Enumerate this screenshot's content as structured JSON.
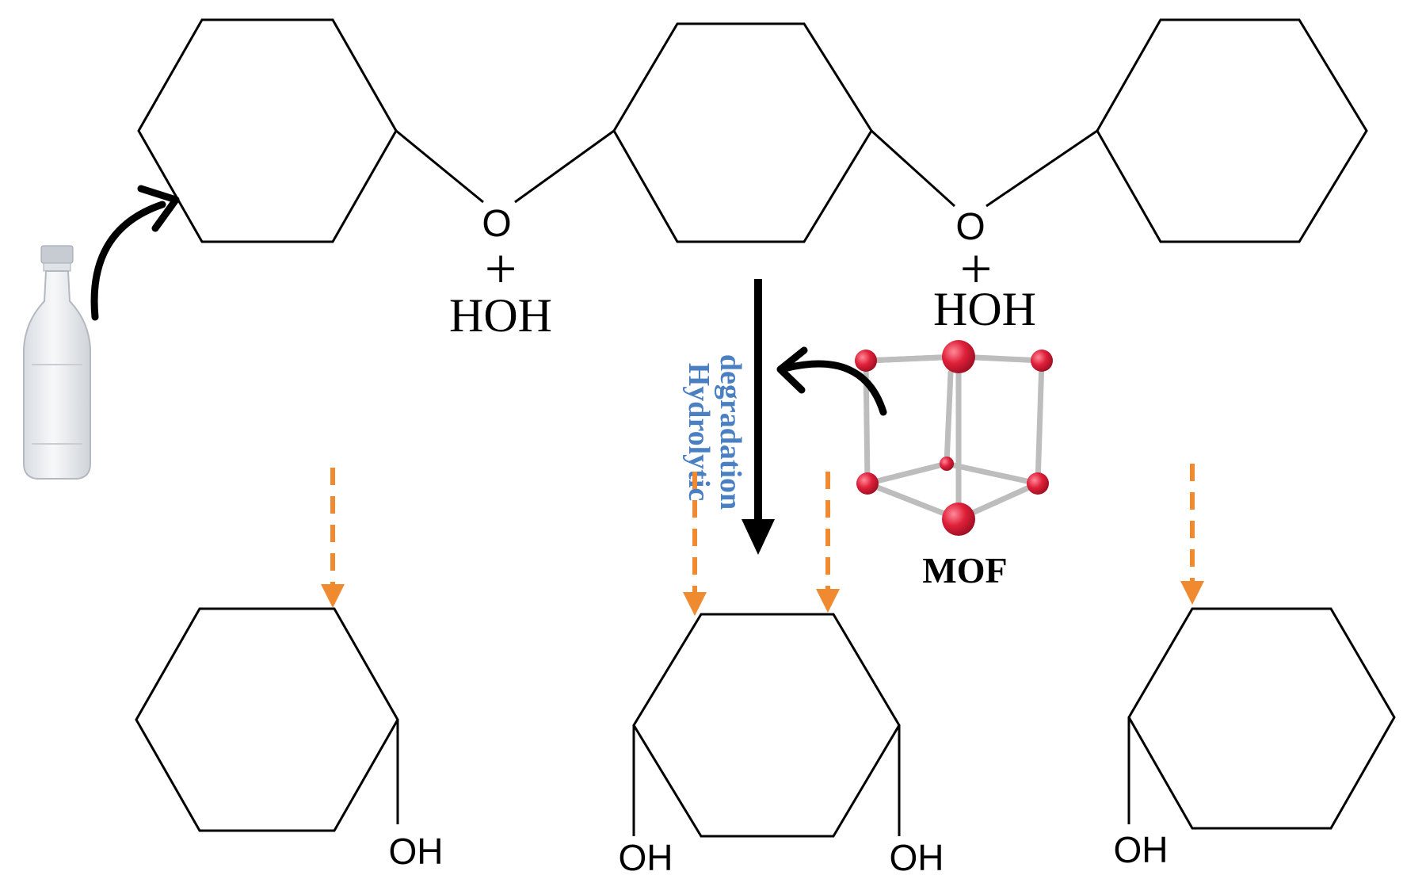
{
  "labels": {
    "ether_oxygen_left": "O",
    "ether_oxygen_right": "O",
    "plus_left": "+",
    "plus_right": "+",
    "water_left": "HOH",
    "water_right": "HOH",
    "process_line1": "Hydrolytic",
    "process_line2": "degradation",
    "catalyst": "MOF",
    "hydroxyl_1": "OH",
    "hydroxyl_2a": "OH",
    "hydroxyl_2b": "OH",
    "hydroxyl_3": "OH"
  },
  "colors": {
    "stroke": "#000000",
    "process_text": "#4a7fc1",
    "dashed_arrow": "#f08a30",
    "mof_node": "#e0203a",
    "mof_strut": "#bdbdbd",
    "bottle": "#e9ecef"
  }
}
